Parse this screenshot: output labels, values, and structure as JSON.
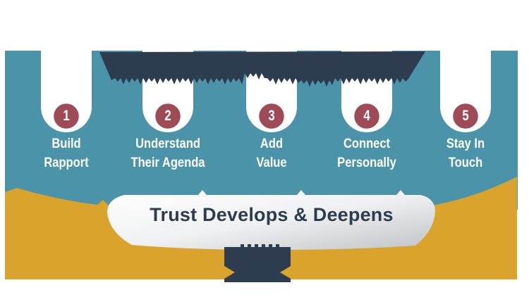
{
  "diagram": {
    "ribbon_label": "Trust Develops & Deepens",
    "steps": [
      {
        "number": "1",
        "label_line1": "Build",
        "label_line2": "Rapport"
      },
      {
        "number": "2",
        "label_line1": "Understand",
        "label_line2": "Their Agenda"
      },
      {
        "number": "3",
        "label_line1": "Add",
        "label_line2": "Value"
      },
      {
        "number": "4",
        "label_line1": "Connect",
        "label_line2": "Personally"
      },
      {
        "number": "5",
        "label_line1": "Stay In",
        "label_line2": "Touch"
      }
    ]
  },
  "colors": {
    "teal": "#4B93A8",
    "gold": "#D9A32C",
    "navy": "#2D3C4F",
    "maroon": "#9E4B57",
    "ribbon_light": "#FFFFFF",
    "ribbon_dark": "#C2C6CA"
  }
}
